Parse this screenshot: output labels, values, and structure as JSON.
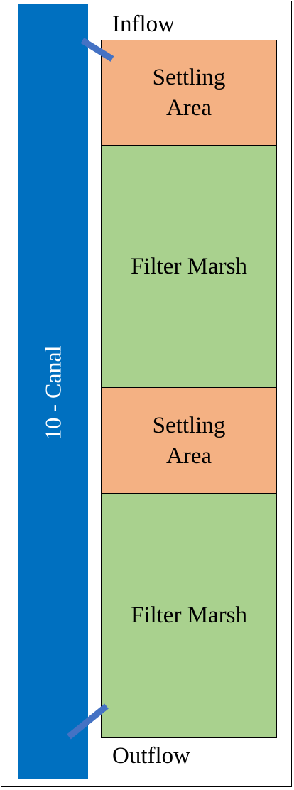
{
  "canal": {
    "label": "10 - Canal",
    "color": "#0070c0"
  },
  "flow": {
    "inflow_label": "Inflow",
    "outflow_label": "Outflow"
  },
  "cells": [
    {
      "label_line1": "Settling",
      "label_line2": "Area",
      "kind": "settling",
      "color": "#f4b183"
    },
    {
      "label_line1": "Filter Marsh",
      "label_line2": "",
      "kind": "marsh",
      "color": "#a9d18e"
    },
    {
      "label_line1": "Settling",
      "label_line2": "Area",
      "kind": "settling",
      "color": "#f4b183"
    },
    {
      "label_line1": "Filter Marsh",
      "label_line2": "",
      "kind": "marsh",
      "color": "#a9d18e"
    }
  ],
  "pipe_color": "#4472c4"
}
